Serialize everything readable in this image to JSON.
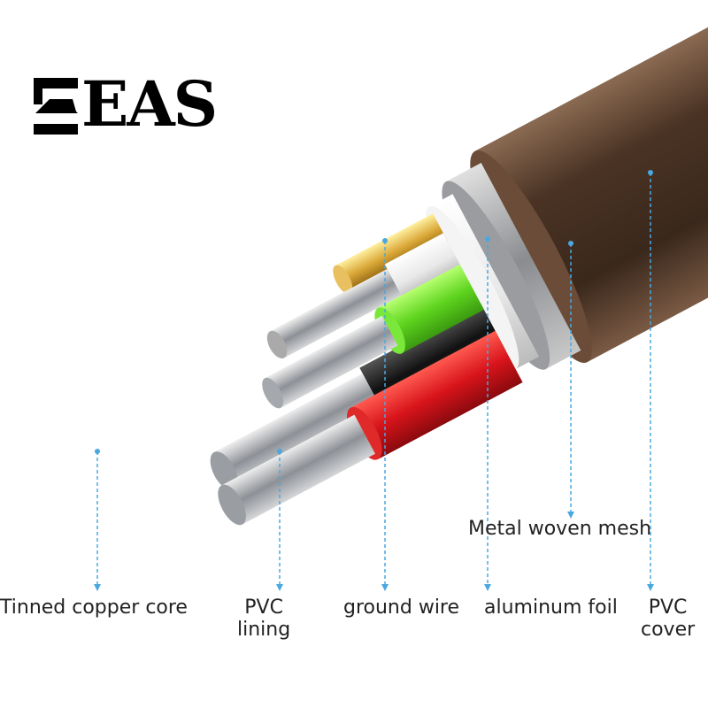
{
  "logo": {
    "text": "EAS"
  },
  "labels": {
    "tinned_copper_core": "Tinned copper core",
    "pvc_lining_1": "PVC",
    "pvc_lining_2": "lining",
    "ground_wire": "ground wire",
    "aluminum_foil": "aluminum foil",
    "pvc_cover_1": "PVC",
    "pvc_cover_2": "cover",
    "metal_woven_mesh": "Metal woven mesh"
  },
  "colors": {
    "leader": "#4aa8e0",
    "cover": "#5a3f2c",
    "red": "#d8141b",
    "green": "#5fd41e",
    "black": "#111111",
    "white": "#f2f2f2",
    "gold": "#d9a636",
    "metal": "#b8bcc2"
  }
}
